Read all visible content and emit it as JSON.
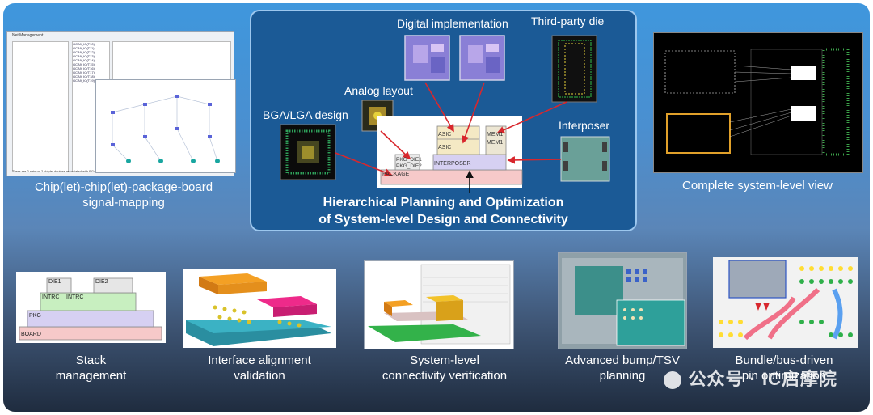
{
  "panels": {
    "signal_mapping": {
      "label_line1": "Chip(let)-chip(let)-package-board",
      "label_line2": "signal-mapping",
      "window_title": "Net Management",
      "list_items": [
        "GCA9_IO(T10)",
        "GCA9_IO(T11)",
        "GCA9_IO(T12)",
        "GCA9_IO(T13)",
        "GCA9_IO(T14)",
        "GCA9_IO(T15)",
        "GCA9_IO(T16)",
        "GCA9_IO(T17)",
        "GCA9_IO(T18)",
        "GCA9_IO(T19)"
      ],
      "status_text": "There are 2 nets on 2 chiplet devices associated with BGA net "
    },
    "center": {
      "title_line1": "Hierarchical Planning and Optimization",
      "title_line2": "of System-level Design and Connectivity",
      "labels": {
        "digital": "Digital implementation",
        "third_party": "Third-party die",
        "analog": "Analog layout",
        "bga": "BGA/LGA design",
        "interposer": "Interposer"
      },
      "stack_labels": {
        "asic_top": "ASIC",
        "asic_mid": "ASIC",
        "mem1": "MEM1",
        "mem2": "MEM1",
        "pkg_die1": "PKG_DIE1",
        "pkg_die2": "PKG_DIE2",
        "interposer": "INTERPOSER",
        "package": "PACKAGE"
      }
    },
    "system_view": {
      "label": "Complete system-level view"
    },
    "stack_mgmt": {
      "label_line1": "Stack",
      "label_line2": "management",
      "die1": "DIE1",
      "die2": "DIE2",
      "intrc": "INTRC",
      "intrc2": "INTRC",
      "pkg": "PKG",
      "board": "BOARD"
    },
    "interface": {
      "label_line1": "Interface alignment",
      "label_line2": "validation"
    },
    "connectivity": {
      "label_line1": "System-level",
      "label_line2": "connectivity verification"
    },
    "bump": {
      "label_line1": "Advanced bump/TSV",
      "label_line2": "planning"
    },
    "bundle": {
      "label_line1": "Bundle/bus-driven",
      "label_line2": "pin optimization"
    }
  },
  "watermark": "公众号 · IC启摩院",
  "colors": {
    "arrow": "#d8272d",
    "center_bg": "#1b5a96",
    "center_border": "#9cc7ee",
    "stack_package": "#f6c9c9",
    "stack_interposer": "#d6d0f2",
    "stack_asic": "#f4e9c4",
    "stack_mem": "#ece6d3"
  }
}
